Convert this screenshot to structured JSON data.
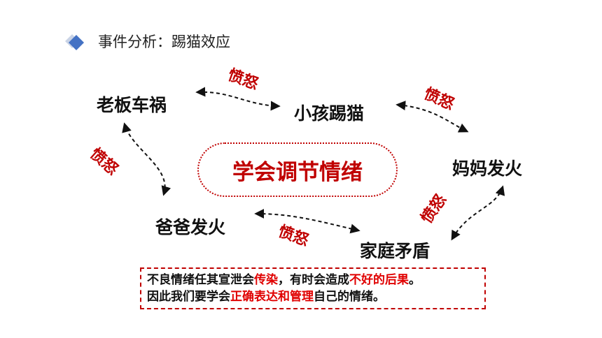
{
  "header": {
    "title": "事件分析：踢猫效应",
    "icon": "diamond-icon",
    "icon_colors": [
      "#4472c4",
      "#c9d3e6"
    ]
  },
  "diagram": {
    "nodes": {
      "boss": "老板车祸",
      "child": "小孩踢猫",
      "mom": "妈妈发火",
      "family": "家庭矛盾",
      "dad": "爸爸发火"
    },
    "emotion_label": "愤怒",
    "center_label": "学会调节情绪"
  },
  "note": {
    "line1_a": "不良情绪任其宣泄会",
    "line1_b": "传染",
    "line1_c": "，有时会造成",
    "line1_d": "不好的后果",
    "line1_e": "。",
    "line2_a": "因此我们要学会",
    "line2_b": "正确表达和管理",
    "line2_c": "自己的情绪。"
  },
  "colors": {
    "accent": "#c00000",
    "highlight": "#e00000",
    "text": "#111111"
  }
}
